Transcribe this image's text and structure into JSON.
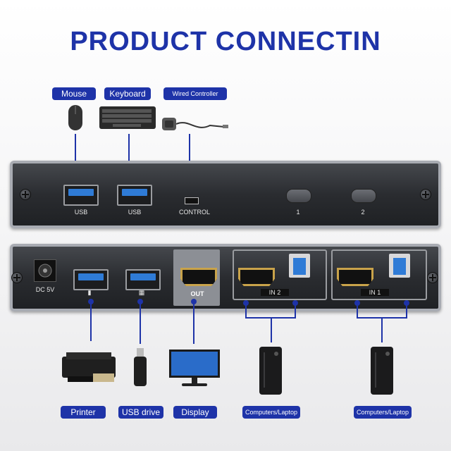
{
  "title": "PRODUCT CONNECTIN",
  "colors": {
    "accent": "#1e33a8",
    "usb_blue": "#2f7bd6",
    "hdmi_gold": "#c9a34a"
  },
  "top_devices": {
    "mouse": "Mouse",
    "keyboard": "Keyboard",
    "controller": "Wired Controller"
  },
  "front_panel": {
    "usb1": "USB",
    "usb2": "USB",
    "control": "CONTROL",
    "button1": "1",
    "button2": "2"
  },
  "rear_panel": {
    "dc": "DC 5V",
    "out": "OUT",
    "in2": "IN 2",
    "in1": "IN 1"
  },
  "bottom_devices": {
    "printer": "Printer",
    "usb_drive": "USB drive",
    "display": "Display",
    "computer1": "Computers/Laptop",
    "computer2": "Computers/Laptop"
  }
}
